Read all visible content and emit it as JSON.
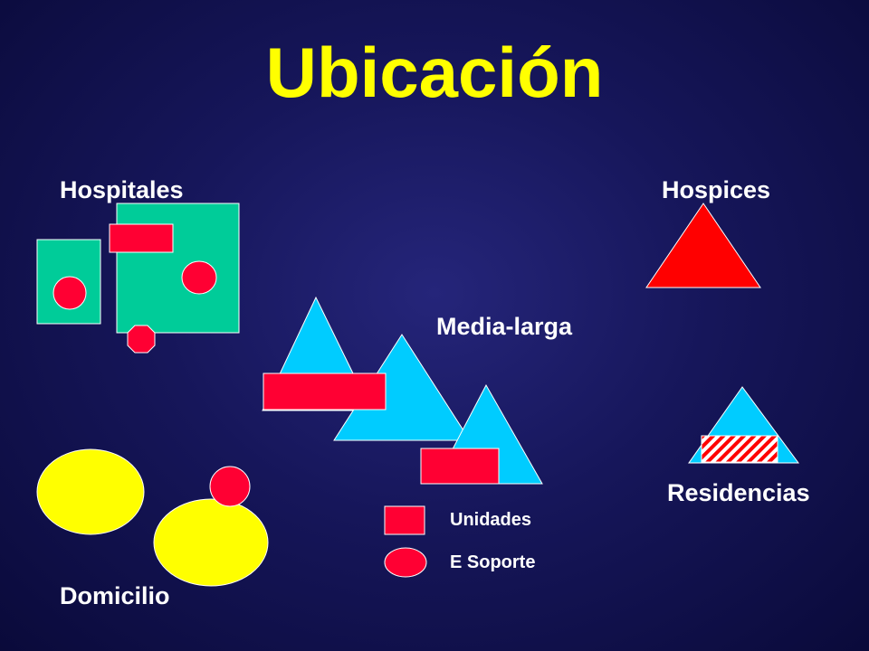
{
  "title": "Ubicación",
  "labels": {
    "hospitales": "Hospitales",
    "hospices": "Hospices",
    "media_larga": "Media-larga",
    "residencias": "Residencias",
    "domicilio": "Domicilio"
  },
  "legend": {
    "unidades": "Unidades",
    "e_soporte": "E Soporte"
  },
  "colors": {
    "title": "#ffff00",
    "label": "#ffffff",
    "hospital": "#00cc99",
    "unit": "#ff0033",
    "media_larga": "#00ccff",
    "hospice": "#ff0000",
    "domicilio": "#ffff00"
  }
}
